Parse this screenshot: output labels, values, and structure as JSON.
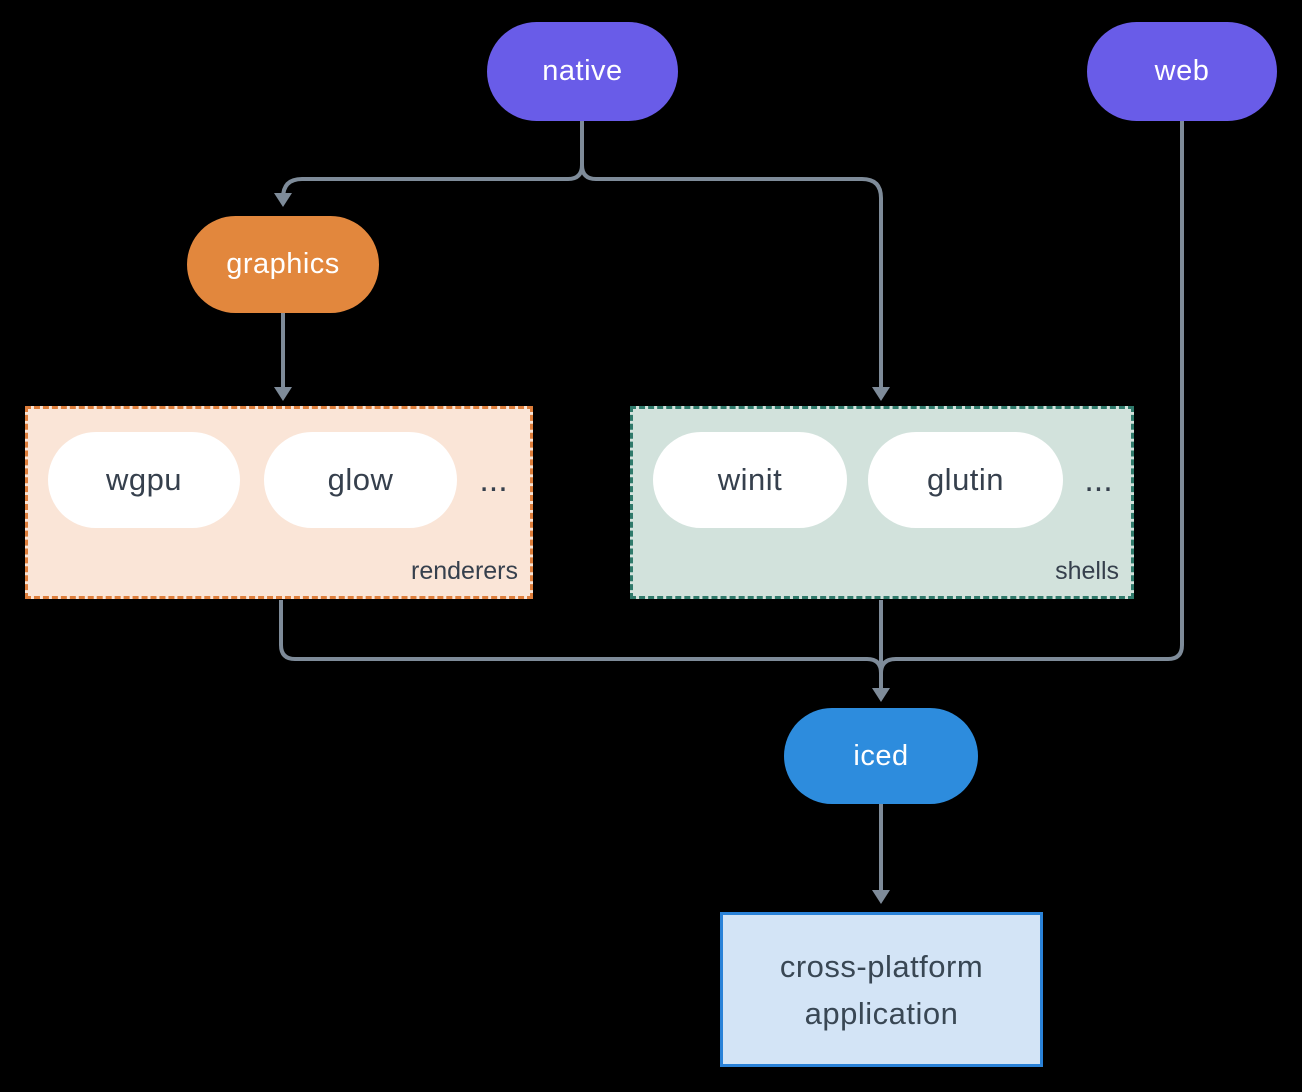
{
  "colors": {
    "background": "#000000",
    "connector": "#7e8b99",
    "purple_pill": "#695ce8",
    "orange_pill": "#e2873d",
    "blue_pill": "#2d8cdd",
    "white_pill": "#ffffff",
    "slate_text": "#36404d",
    "renderers_bg": "#fae5d7",
    "renderers_border": "#de7e3b",
    "shells_bg": "#d2e2dc",
    "shells_border": "#2f7a6b",
    "app_bg": "#d3e4f6",
    "app_border": "#2a82d8"
  },
  "nodes": {
    "native": {
      "label": "native"
    },
    "web": {
      "label": "web"
    },
    "graphics": {
      "label": "graphics"
    },
    "iced": {
      "label": "iced"
    },
    "application": {
      "line1": "cross-platform",
      "line2": "application"
    }
  },
  "groups": {
    "renderers": {
      "label": "renderers",
      "items": [
        "wgpu",
        "glow"
      ],
      "ellipsis": "..."
    },
    "shells": {
      "label": "shells",
      "items": [
        "winit",
        "glutin"
      ],
      "ellipsis": "..."
    }
  },
  "edges": [
    {
      "from": "native",
      "to": "graphics"
    },
    {
      "from": "native",
      "to": "shells"
    },
    {
      "from": "graphics",
      "to": "renderers"
    },
    {
      "from": "renderers",
      "to": "iced"
    },
    {
      "from": "shells",
      "to": "iced"
    },
    {
      "from": "web",
      "to": "iced"
    },
    {
      "from": "iced",
      "to": "application"
    }
  ]
}
